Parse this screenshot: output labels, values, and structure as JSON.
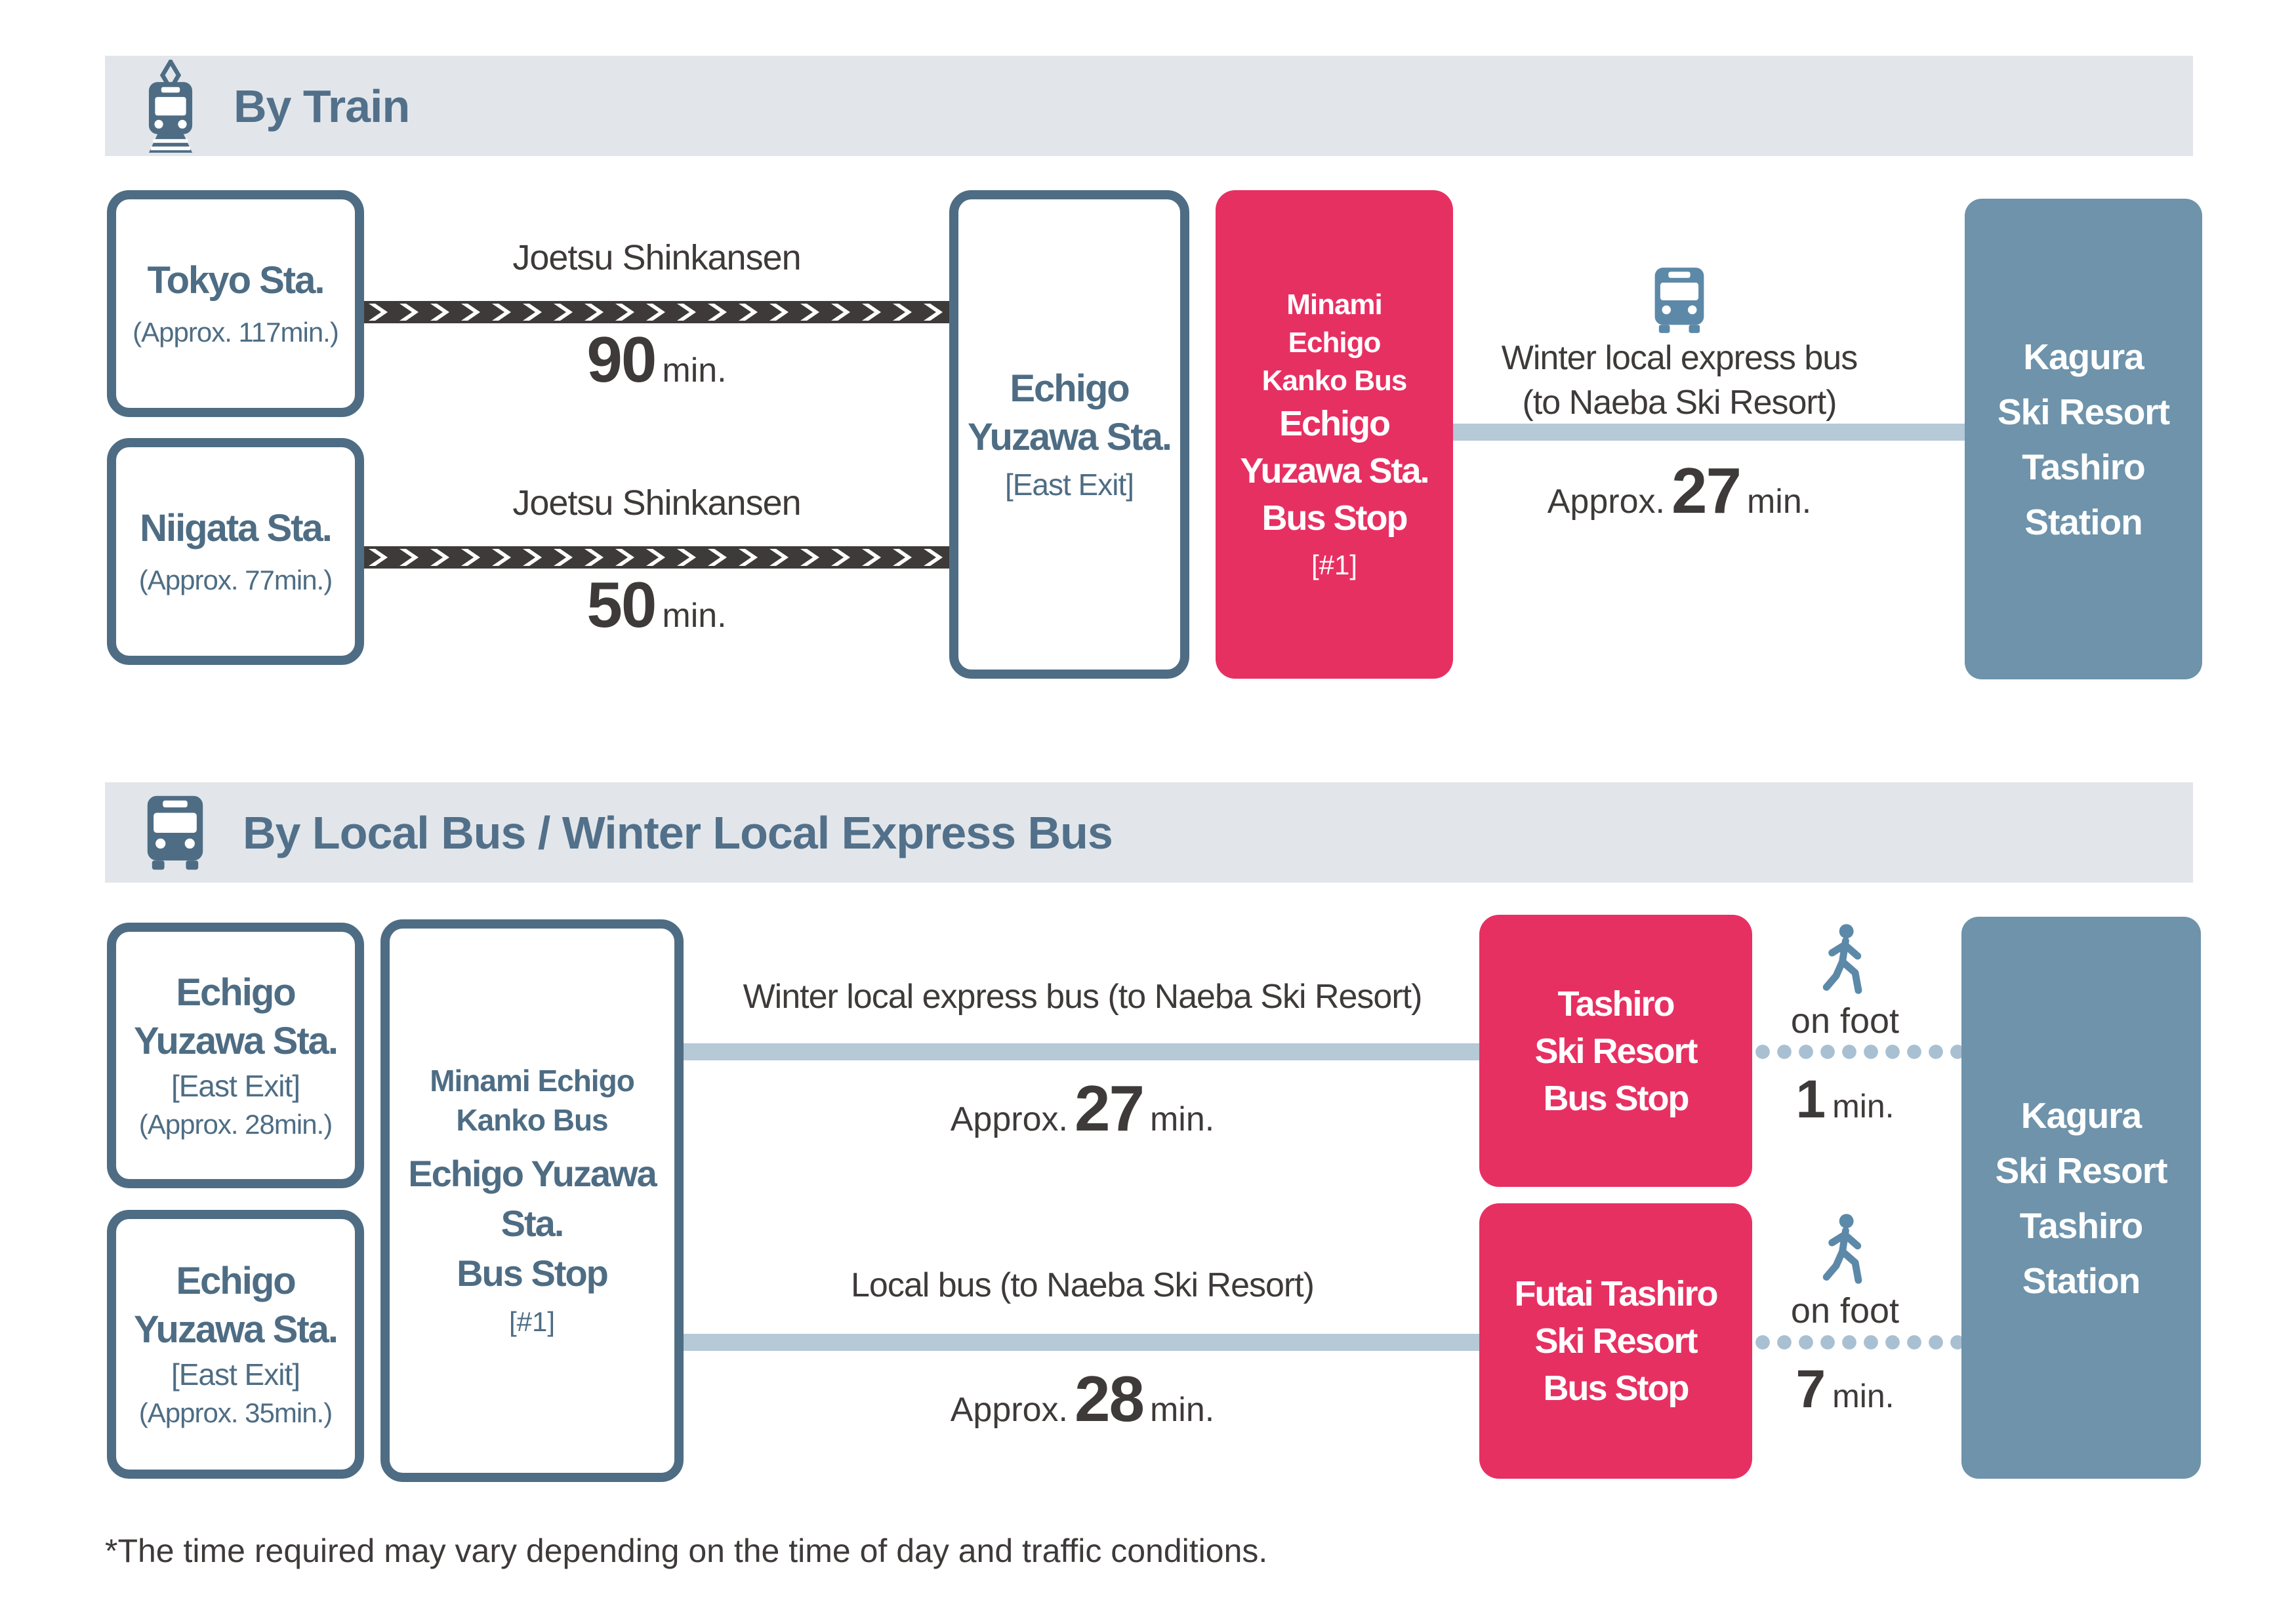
{
  "palette": {
    "slate_border": "#4e6d84",
    "heading_text": "#52708a",
    "pink": "#e73062",
    "steel_blue": "#6e93ab",
    "connector_blue": "#b5c9d7",
    "dot_blue": "#a9c0d2",
    "track_dark": "#3e3a39",
    "text_dark": "#3e3a39",
    "header_bg": "#e2e6ea"
  },
  "icons": {
    "train": "train-front",
    "bus": "bus-front",
    "walk": "walking-person"
  },
  "train_section": {
    "title": "By Train",
    "origins": [
      {
        "name": "Tokyo Sta.",
        "note": "(Approx. 117min.)"
      },
      {
        "name": "Niigata Sta.",
        "note": "(Approx. 77min.)"
      }
    ],
    "rail_legs": [
      {
        "line": "Joetsu Shinkansen",
        "minutes": "90",
        "unit": "min."
      },
      {
        "line": "Joetsu Shinkansen",
        "minutes": "50",
        "unit": "min."
      }
    ],
    "hub": {
      "line1": "Echigo",
      "line2": "Yuzawa Sta.",
      "exit": "[East Exit]"
    },
    "hub_bus_stop": {
      "company1": "Minami",
      "company2": "Echigo",
      "company3": "Kanko Bus",
      "name1": "Echigo",
      "name2": "Yuzawa Sta.",
      "name3": "Bus Stop",
      "platform": "[#1]"
    },
    "bus_leg": {
      "label1": "Winter local express bus",
      "label2": "(to Naeba Ski Resort)",
      "approx": "Approx.",
      "minutes": "27",
      "unit": "min."
    },
    "destination": {
      "line1": "Kagura",
      "line2": "Ski Resort",
      "line3": "Tashiro",
      "line4": "Station"
    }
  },
  "bus_section": {
    "title": "By Local Bus / Winter Local Express Bus",
    "origins": [
      {
        "name1": "Echigo",
        "name2": "Yuzawa Sta.",
        "exit": "[East Exit]",
        "note": "(Approx. 28min.)"
      },
      {
        "name1": "Echigo",
        "name2": "Yuzawa Sta.",
        "exit": "[East Exit]",
        "note": "(Approx. 35min.)"
      }
    ],
    "bus_stop": {
      "company1": "Minami Echigo",
      "company2": "Kanko Bus",
      "name1": "Echigo Yuzawa",
      "name2": "Sta.",
      "name3": "Bus Stop",
      "platform": "[#1]"
    },
    "routes": [
      {
        "label": "Winter local express bus (to Naeba Ski Resort)",
        "approx": "Approx.",
        "minutes": "27",
        "unit": "min.",
        "stop1": "Tashiro",
        "stop2": "Ski Resort",
        "stop3": "Bus Stop",
        "walk": "on foot",
        "walk_minutes": "1",
        "walk_unit": "min."
      },
      {
        "label": "Local bus (to Naeba Ski Resort)",
        "approx": "Approx.",
        "minutes": "28",
        "unit": "min.",
        "stop1": "Futai Tashiro",
        "stop2": "Ski Resort",
        "stop3": "Bus Stop",
        "walk": "on foot",
        "walk_minutes": "7",
        "walk_unit": "min."
      }
    ],
    "destination": {
      "line1": "Kagura",
      "line2": "Ski Resort",
      "line3": "Tashiro",
      "line4": "Station"
    }
  },
  "footnote": "*The time required may vary depending on the time of day and traffic conditions."
}
